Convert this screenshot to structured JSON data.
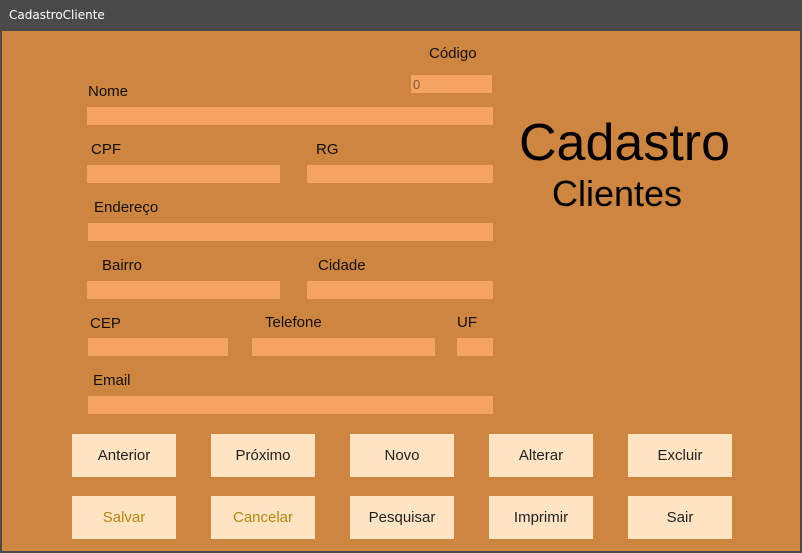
{
  "window": {
    "title": "CadastroCliente"
  },
  "header": {
    "line1": "Cadastro",
    "line2": "Clientes"
  },
  "form": {
    "codigo": {
      "label": "Código",
      "value": "0"
    },
    "nome": {
      "label": "Nome",
      "value": ""
    },
    "cpf": {
      "label": "CPF",
      "value": ""
    },
    "rg": {
      "label": "RG",
      "value": ""
    },
    "endereco": {
      "label": "Endereço",
      "value": ""
    },
    "bairro": {
      "label": "Bairro",
      "value": ""
    },
    "cidade": {
      "label": "Cidade",
      "value": ""
    },
    "cep": {
      "label": "CEP",
      "value": ""
    },
    "telefone": {
      "label": "Telefone",
      "value": ""
    },
    "uf": {
      "label": "UF",
      "value": ""
    },
    "email": {
      "label": "Email",
      "value": ""
    }
  },
  "buttons": {
    "anterior": "Anterior",
    "proximo": "Próximo",
    "novo": "Novo",
    "alterar": "Alterar",
    "excluir": "Excluir",
    "salvar": "Salvar",
    "cancelar": "Cancelar",
    "pesquisar": "Pesquisar",
    "imprimir": "Imprimir",
    "sair": "Sair"
  },
  "colors": {
    "form_background": "#cd853f",
    "field_background": "#f4a460",
    "button_background": "#ffe4c4",
    "disabled_text": "#b8860b",
    "titlebar": "#4a4a4a"
  }
}
